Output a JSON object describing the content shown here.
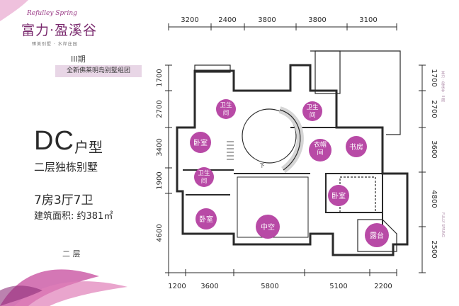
{
  "brand": {
    "script_name": "Refulley Spring",
    "chinese_name": "富力·盈溪谷",
    "slogan": "臻美别墅 · 水岸庄园"
  },
  "phase": "III期",
  "banner": "全新佛莱明岛别墅组团",
  "unit": {
    "code": "DC",
    "suffix": "户型",
    "villa_type": "二层独栋别墅",
    "rooms": "7房3厅7卫",
    "area": "建筑面积:  约381㎡"
  },
  "floor_label": "二 层",
  "dimensions": {
    "top": [
      "3200",
      "2400",
      "3800",
      "3800",
      "3100"
    ],
    "bottom": [
      "1200",
      "3600",
      "5800",
      "5100",
      "2200"
    ],
    "left": [
      "1700",
      "2700",
      "3400",
      "1900",
      "4600"
    ],
    "right": [
      "1700",
      "2700",
      "3600",
      "4800",
      "2500"
    ]
  },
  "rooms": {
    "bath1": "卫生间",
    "bath2": "卫生间",
    "bath3": "卫生间",
    "bedroom1": "卧室",
    "bedroom2": "卧室",
    "bedroom3": "卧室",
    "closet": "衣帽间",
    "study": "书房",
    "void": "中空",
    "terrace": "露台",
    "stair_down": "下"
  },
  "side_text": {
    "right_a": "富力 · 盈溪谷 · III期",
    "right_b": "FULLY SPRING"
  },
  "colors": {
    "room_label_bg": "#b84aa6",
    "plan_line": "#2a2a2a",
    "accent": "#7a2a6e"
  }
}
